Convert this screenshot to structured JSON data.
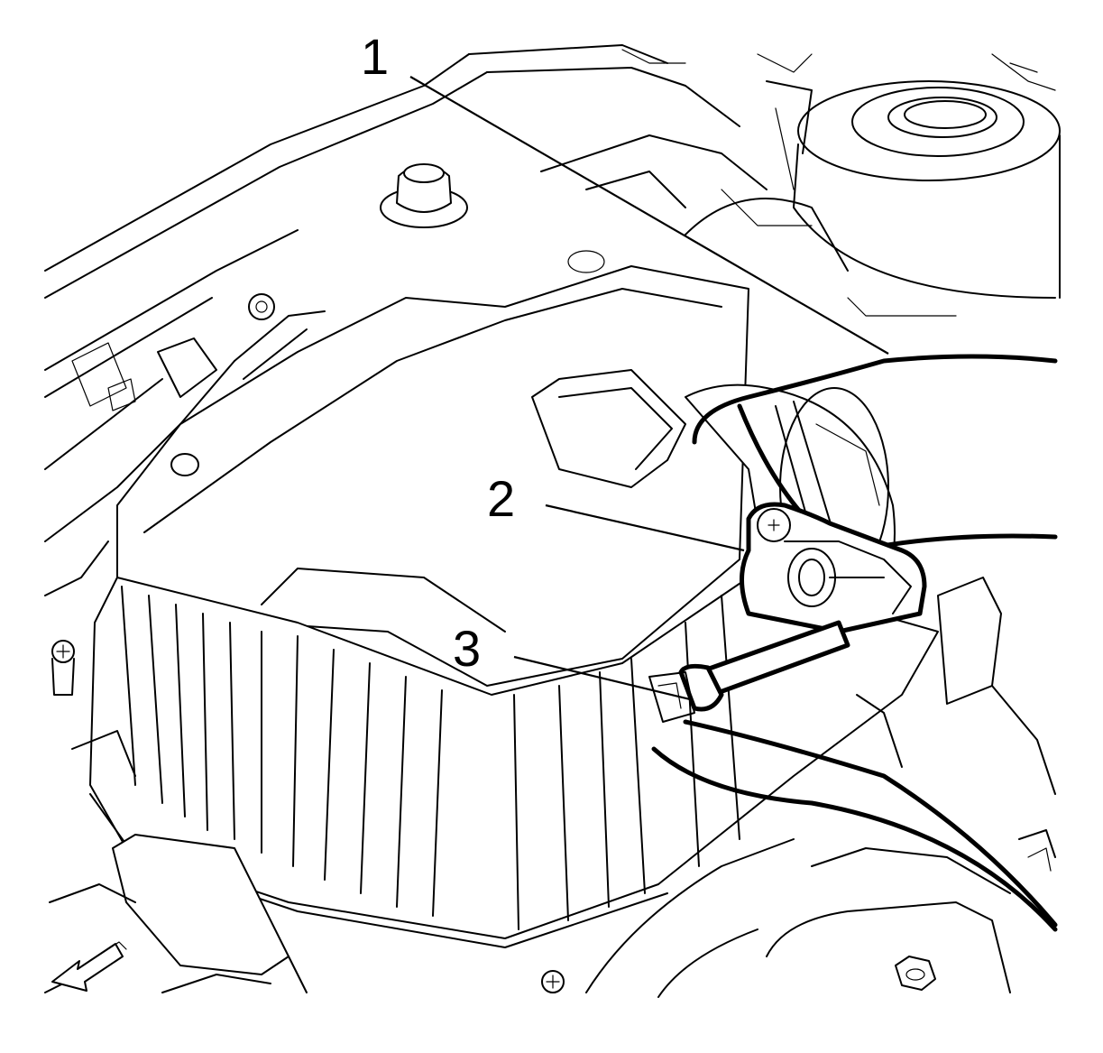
{
  "callouts": [
    {
      "label": "1",
      "target": "air-cleaner-assembly"
    },
    {
      "label": "2",
      "target": "mass-airflow-sensor-connector"
    },
    {
      "label": "3",
      "target": "wiring-harness-clip"
    }
  ],
  "direction_arrow": {
    "icon": "front-direction-arrow-icon"
  },
  "colors": {
    "line": "#000000",
    "background": "#ffffff"
  }
}
